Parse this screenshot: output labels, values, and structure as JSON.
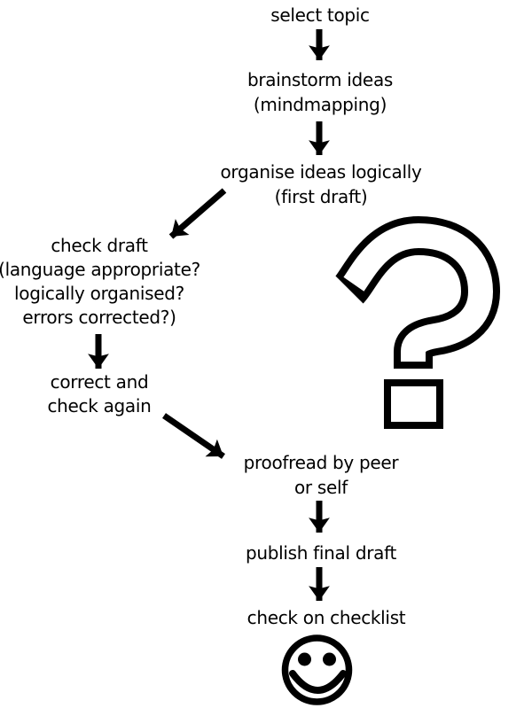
{
  "flowchart": {
    "nodes": [
      {
        "name": "select-topic",
        "lines": [
          "select topic"
        ]
      },
      {
        "name": "brainstorm",
        "lines": [
          "brainstorm ideas",
          "(mindmapping)"
        ]
      },
      {
        "name": "organise",
        "lines": [
          "organise ideas logically",
          "(first draft)"
        ]
      },
      {
        "name": "check-draft",
        "lines": [
          "check draft",
          "(language appropriate?",
          "logically organised?",
          "errors corrected?)"
        ]
      },
      {
        "name": "correct",
        "lines": [
          "correct and",
          "check again"
        ]
      },
      {
        "name": "proofread",
        "lines": [
          "proofread by peer",
          "or self"
        ]
      },
      {
        "name": "publish",
        "lines": [
          "publish final draft"
        ]
      },
      {
        "name": "checklist",
        "lines": [
          "check on checklist"
        ]
      }
    ],
    "edges": [
      {
        "from": "select-topic",
        "to": "brainstorm"
      },
      {
        "from": "brainstorm",
        "to": "organise"
      },
      {
        "from": "organise",
        "to": "check-draft"
      },
      {
        "from": "check-draft",
        "to": "correct"
      },
      {
        "from": "correct",
        "to": "proofread"
      },
      {
        "from": "proofread",
        "to": "publish"
      },
      {
        "from": "publish",
        "to": "checklist"
      }
    ],
    "icons": [
      {
        "name": "question-mark-graphic"
      },
      {
        "name": "smiley-icon"
      }
    ],
    "colors": {
      "ink": "#000000",
      "background": "#ffffff"
    }
  }
}
